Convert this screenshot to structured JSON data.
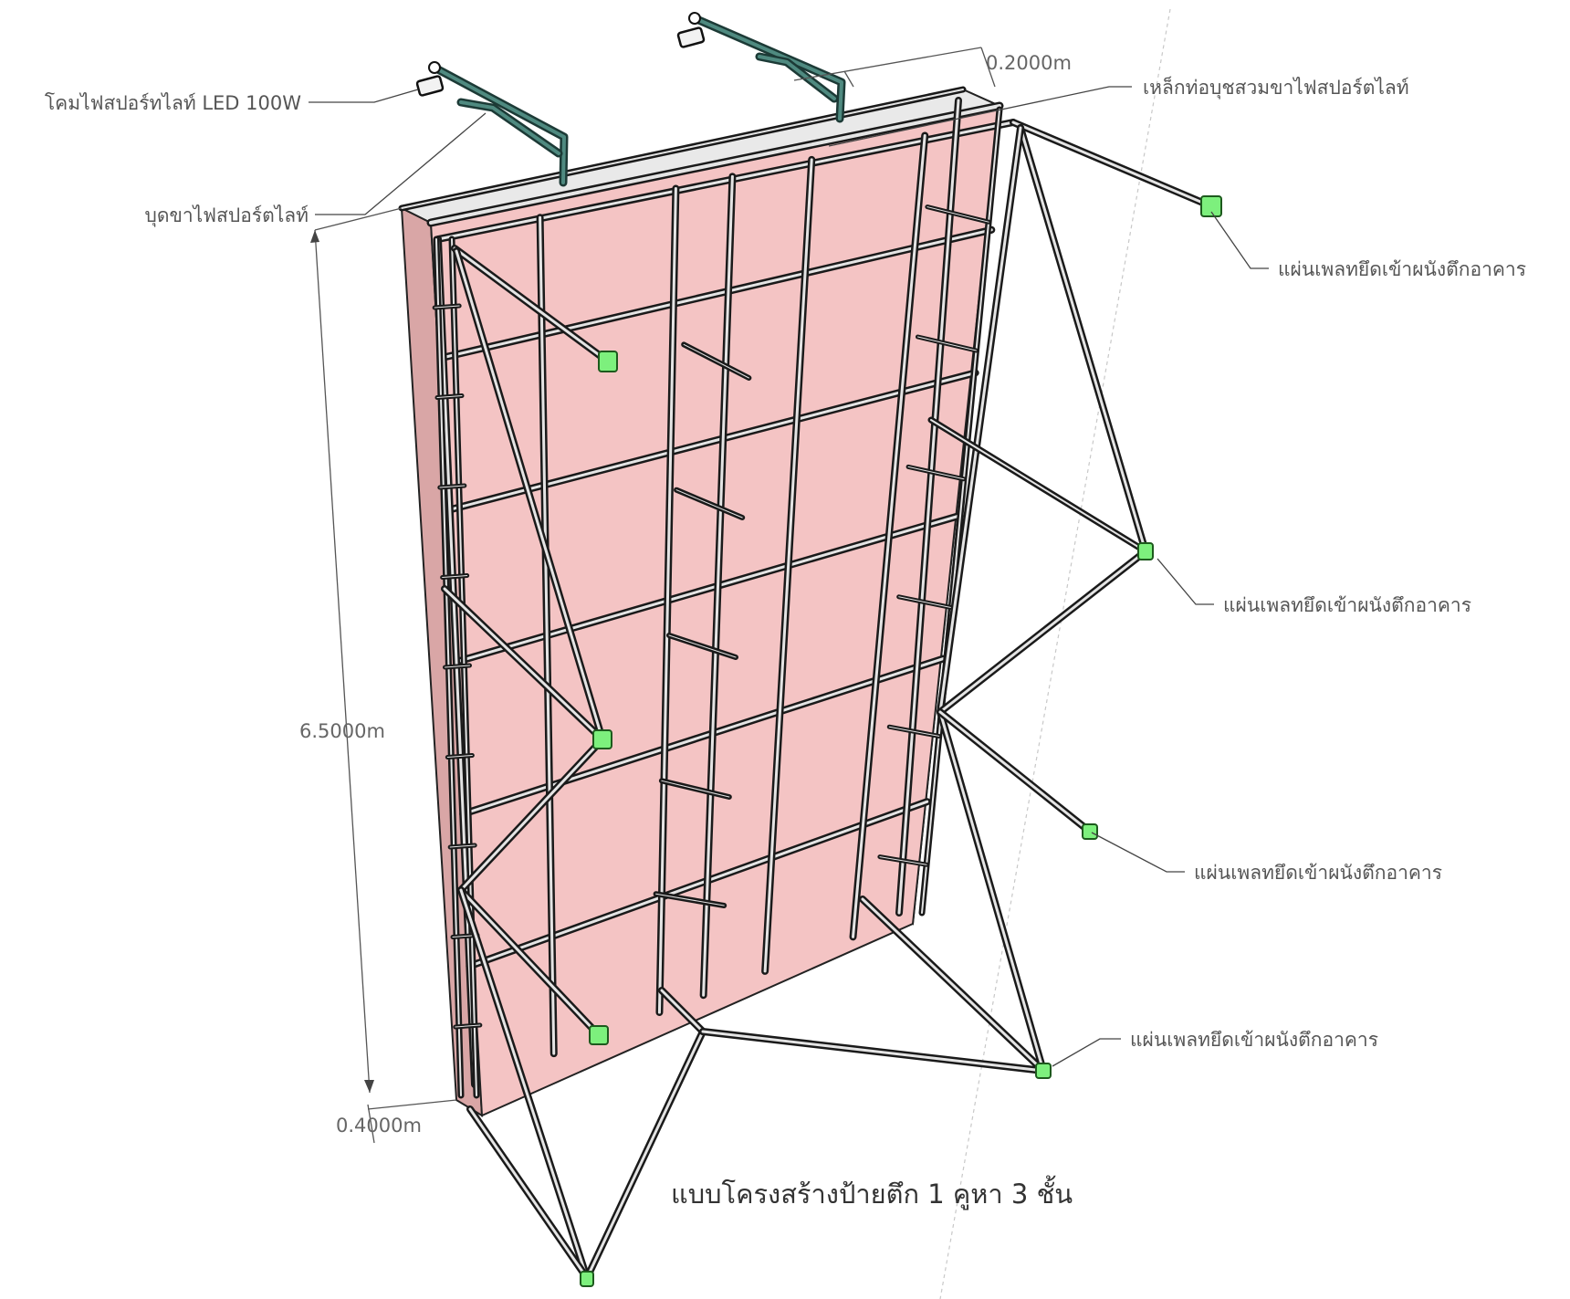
{
  "labels": {
    "spotlight_head": "โคมไฟสปอร์ทไลท์ LED 100W",
    "spotlight_bracket": "บุดขาไฟสปอร์ตไลท์",
    "pipe_sleeve": "เหล็กท่อบุชสวมขาไฟสปอร์ตไลท์",
    "wall_plate_1": "แผ่นเพลทยึดเข้าผนังตึกอาคาร",
    "wall_plate_2": "แผ่นเพลทยึดเข้าผนังตึกอาคาร",
    "wall_plate_3": "แผ่นเพลทยึดเข้าผนังตึกอาคาร",
    "wall_plate_4": "แผ่นเพลทยึดเข้าผนังตึกอาคาร"
  },
  "dimensions": {
    "height": "6.5000m",
    "depth": "0.4000m",
    "offset": "0.2000m"
  },
  "caption": "แบบโครงสร้างป้ายตึก 1 คูหา 3 ชั้น",
  "colors": {
    "panel_face": "#f4c4c4",
    "panel_side": "#d5a2a2",
    "frame_steel": "#1a1a1a",
    "spotlight_stand": "#2e5d57",
    "wall_plate": "#7df07d"
  }
}
